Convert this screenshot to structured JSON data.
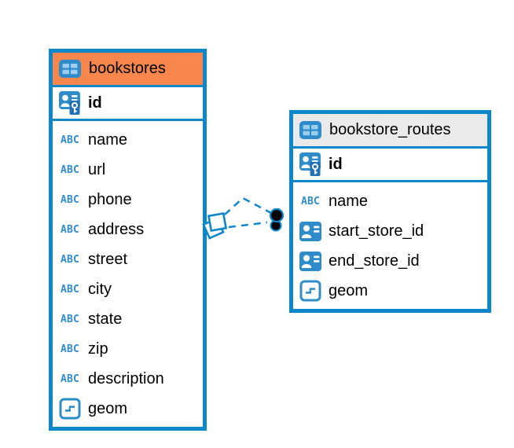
{
  "icons": {
    "text_type_label": "ABC"
  },
  "colors": {
    "accent_blue": "#0E86CA",
    "icon_blue": "#2F8CCB",
    "icon_blue_light": "#9CCDEC",
    "header_orange": "#F6864C",
    "header_gray": "#EAEAEA",
    "marker_dot_fill": "#000000"
  },
  "tables": [
    {
      "title": "bookstores",
      "header_style": "orange",
      "primary_key": {
        "label": "id"
      },
      "columns": [
        {
          "label": "name",
          "type": "text"
        },
        {
          "label": "url",
          "type": "text"
        },
        {
          "label": "phone",
          "type": "text"
        },
        {
          "label": "address",
          "type": "text"
        },
        {
          "label": "street",
          "type": "text"
        },
        {
          "label": "city",
          "type": "text"
        },
        {
          "label": "state",
          "type": "text"
        },
        {
          "label": "zip",
          "type": "text"
        },
        {
          "label": "description",
          "type": "text"
        },
        {
          "label": "geom",
          "type": "geometry"
        }
      ]
    },
    {
      "title": "bookstore_routes",
      "header_style": "gray",
      "primary_key": {
        "label": "id"
      },
      "columns": [
        {
          "label": "name",
          "type": "text"
        },
        {
          "label": "start_store_id",
          "type": "reference"
        },
        {
          "label": "end_store_id",
          "type": "reference"
        },
        {
          "label": "geom",
          "type": "geometry"
        }
      ]
    }
  ],
  "relationship": {
    "style": "dashed",
    "line_count": 2,
    "left_marker": "stacked-squares",
    "right_marker": "stacked-black-dots"
  }
}
